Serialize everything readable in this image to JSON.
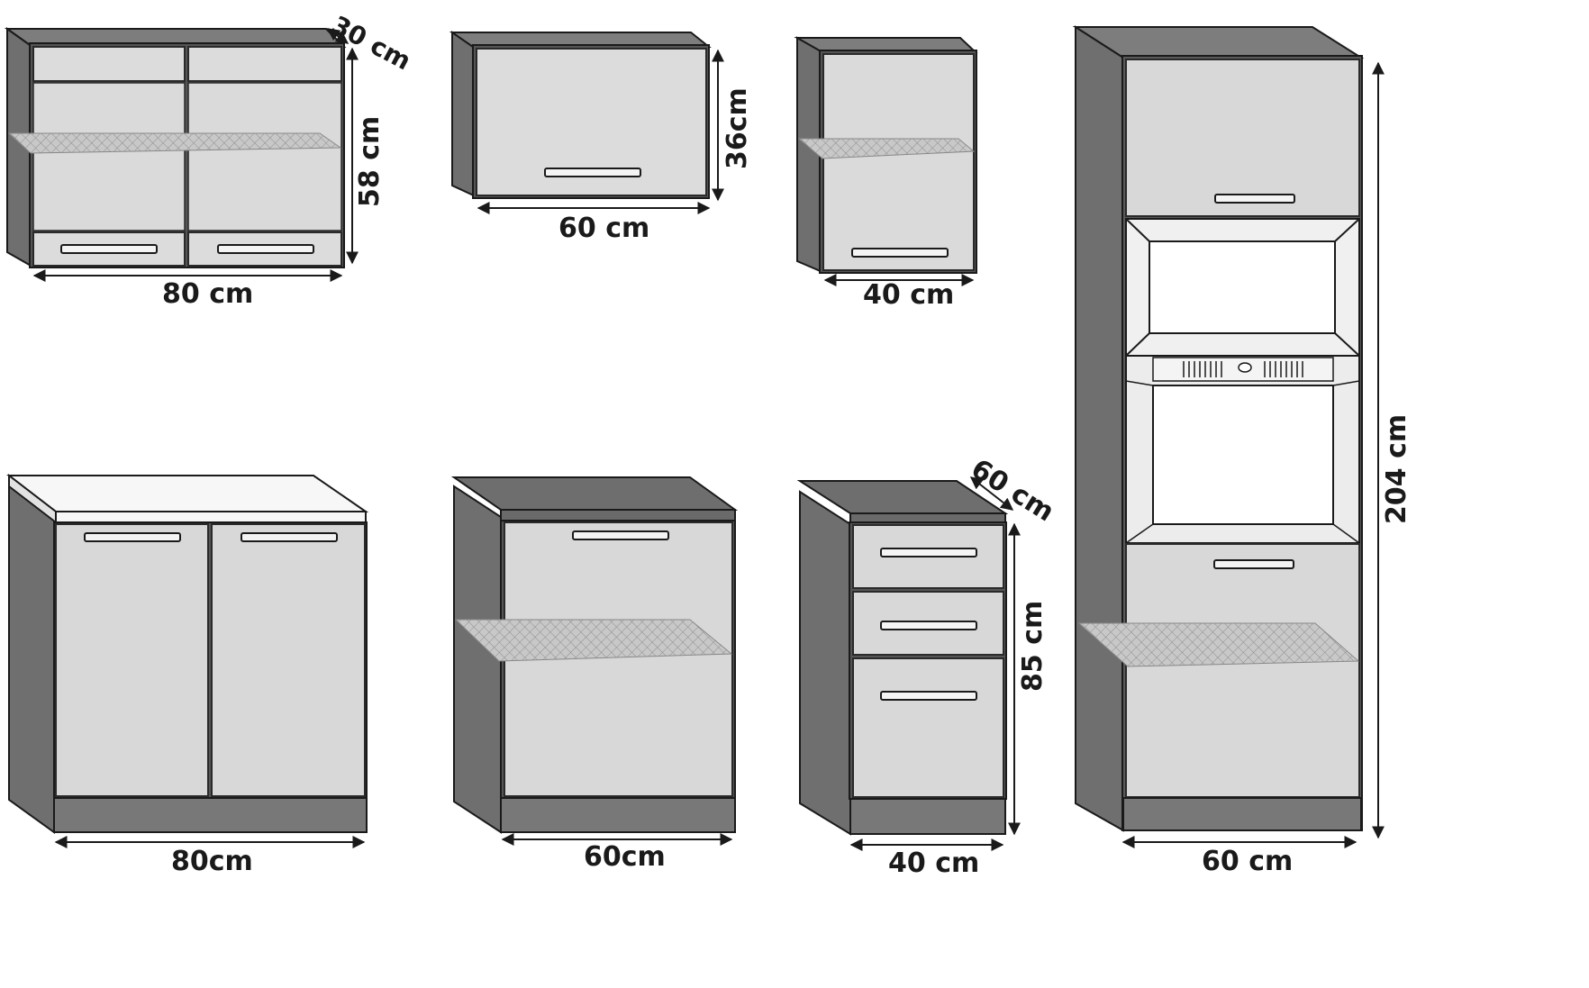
{
  "colors": {
    "carcass": "#7b7b7b",
    "carcass_dark": "#5f5f5f",
    "front": "#dcdcdc",
    "front_edge": "#3a3a3a",
    "countertop": "#f7f7f7",
    "plinth": "#787878",
    "line": "#1a1a1a"
  },
  "dimensions": {
    "wall_80_depth": "30 cm",
    "wall_80_height": "58 cm",
    "wall_80_width": "80 cm",
    "wall_60_height": "36cm",
    "wall_60_width": "60 cm",
    "wall_40_width": "40 cm",
    "base_80_width": "80cm",
    "base_60_width": "60cm",
    "drawer_depth": "60 cm",
    "drawer_height": "85 cm",
    "drawer_width": "40 cm",
    "tall_height": "204 cm",
    "tall_width": "60 cm"
  },
  "icons": {
    "shelf": "glass-shelf-icon",
    "handle": "bar-handle-icon",
    "oven_vent": "oven-vent-icon"
  }
}
